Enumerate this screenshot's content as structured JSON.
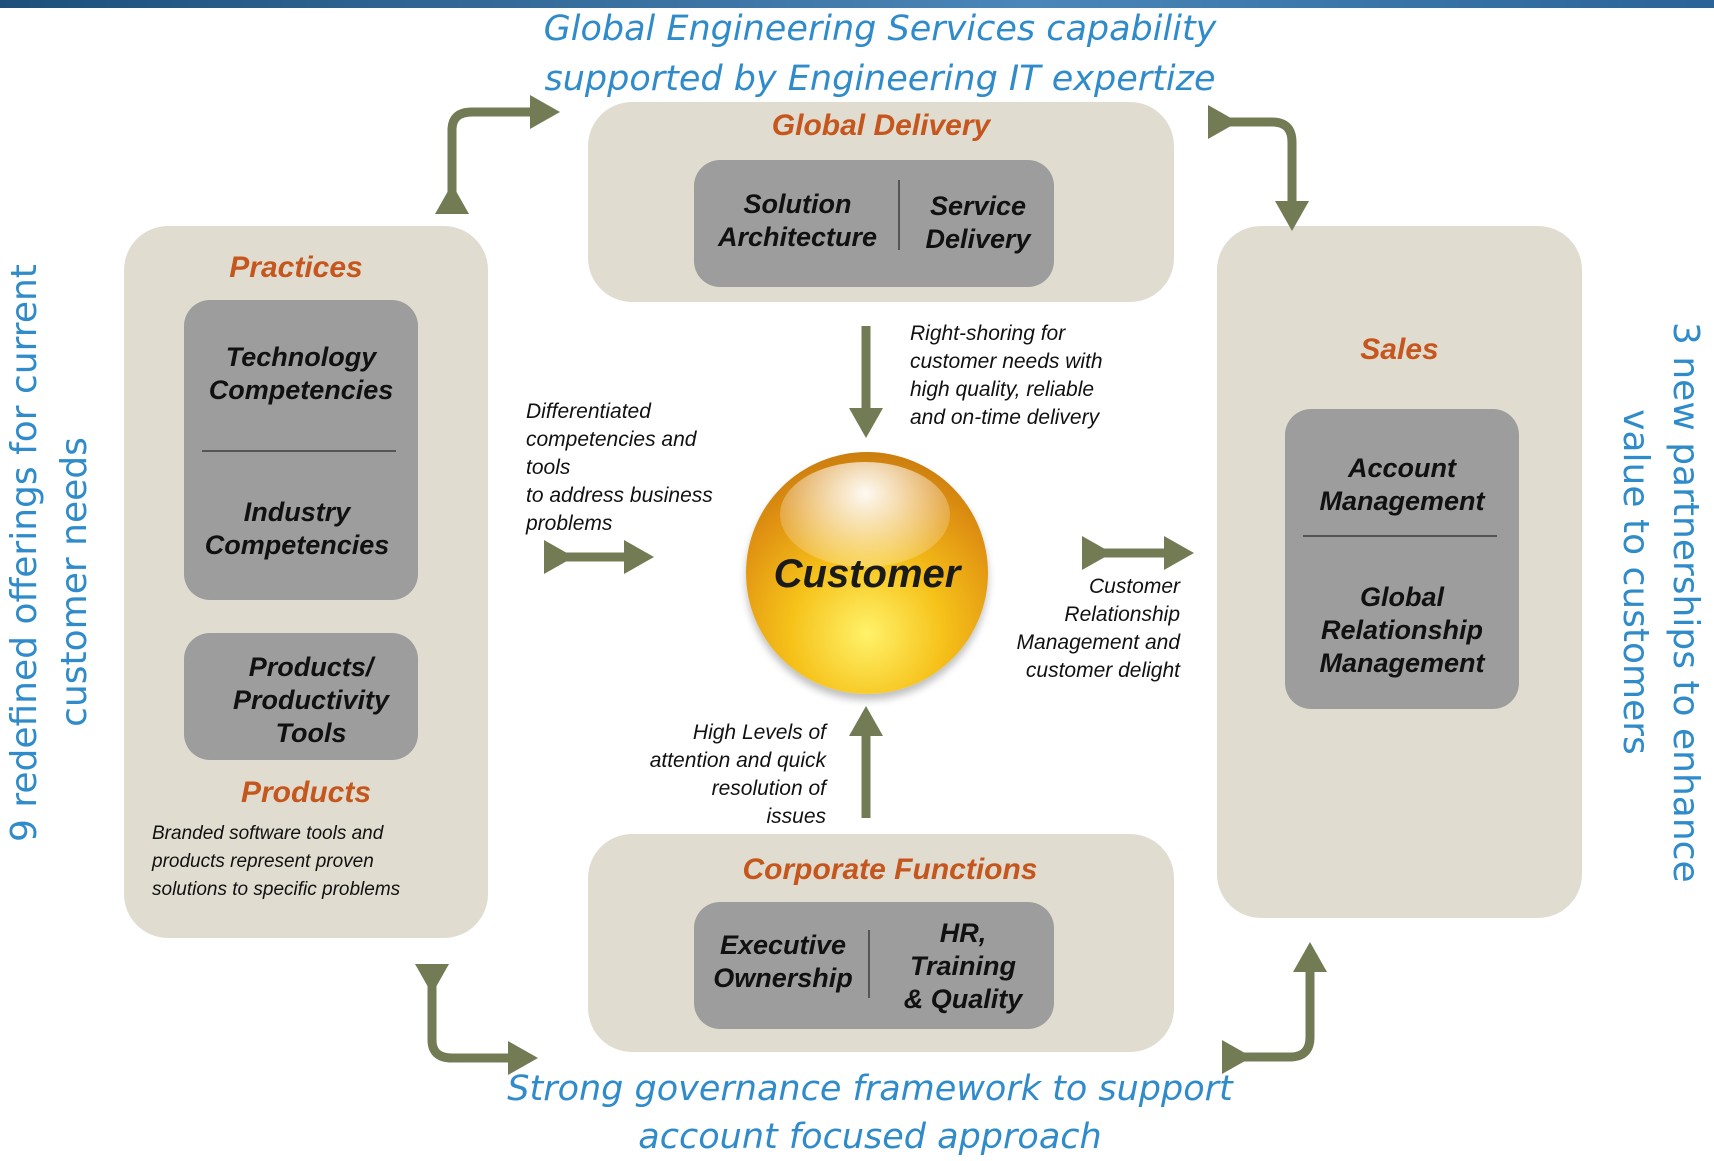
{
  "top_caption": {
    "line1": "Global Engineering Services capability",
    "line2": "supported by Engineering IT expertize"
  },
  "bottom_caption": {
    "line1": "Strong governance framework to support",
    "line2": "account focused approach"
  },
  "left_side": {
    "line1": "9 redefined offerings for current",
    "line2": "customer needs"
  },
  "right_side": {
    "line1": "3 new partnerships to enhance",
    "line2": "value to customers"
  },
  "global_delivery": {
    "title": "Global Delivery",
    "left_1": "Solution",
    "left_2": "Architecture",
    "right_1": "Service",
    "right_2": "Delivery"
  },
  "practices": {
    "title": "Practices",
    "tech_1": "Technology",
    "tech_2": "Competencies",
    "ind_1": "Industry",
    "ind_2": "Competencies",
    "prod_1": "Products/",
    "prod_2": "Productivity",
    "prod_3": "Tools",
    "products_title": "Products",
    "products_note_1": "Branded software tools and",
    "products_note_2": "products represent proven",
    "products_note_3": "solutions to specific problems"
  },
  "sales": {
    "title": "Sales",
    "acct_1": "Account",
    "acct_2": "Management",
    "glob_1": "Global",
    "glob_2": "Relationship",
    "glob_3": "Management"
  },
  "corporate": {
    "title": "Corporate Functions",
    "left_1": "Executive",
    "left_2": "Ownership",
    "right_1": "HR,",
    "right_2": "Training",
    "right_3": "& Quality"
  },
  "customer": {
    "label": "Customer"
  },
  "notes": {
    "right_shoring": [
      "Right-shoring for",
      "customer needs with",
      "high quality, reliable",
      "and on-time delivery"
    ],
    "differentiated": [
      "Differentiated",
      "competencies and",
      "tools",
      "to address business",
      "problems"
    ],
    "crm": [
      "Customer",
      "Relationship",
      "Management and",
      "customer delight"
    ],
    "high_levels": [
      "High Levels of",
      "attention and quick",
      "resolution of",
      "issues"
    ]
  },
  "colors": {
    "panel": "#e0ddd0",
    "gray_box": "#9d9d9d",
    "title_orange": "#c5561d",
    "caption_blue": "#2f8bc9",
    "arrow_olive": "#737b55"
  }
}
